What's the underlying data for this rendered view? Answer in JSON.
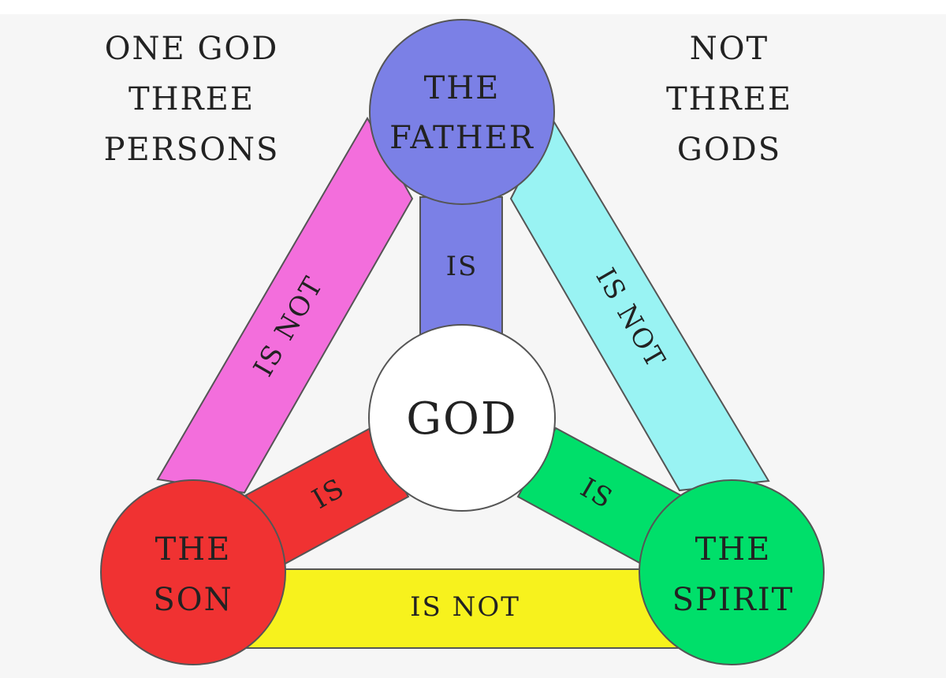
{
  "corner_left": [
    "ONE GOD",
    "THREE",
    "PERSONS"
  ],
  "corner_right": [
    "NOT",
    "THREE",
    "GODS"
  ],
  "nodes": {
    "father": {
      "lines": [
        "THE",
        "FATHER"
      ],
      "color": "#7b80e6"
    },
    "son": {
      "lines": [
        "THE",
        "SON"
      ],
      "color": "#f03232"
    },
    "spirit": {
      "lines": [
        "THE",
        "SPIRIT"
      ],
      "color": "#00df6a"
    },
    "god": {
      "lines": [
        "GOD"
      ],
      "color": "#ffffff"
    }
  },
  "bars": {
    "father_son": {
      "label": "IS NOT",
      "color": "#f36edc"
    },
    "father_spirit": {
      "label": "IS NOT",
      "color": "#99f3f3"
    },
    "son_spirit": {
      "label": "IS NOT",
      "color": "#f7f21d"
    },
    "father_god": {
      "label": "IS",
      "color": "#7b80e6"
    },
    "son_god": {
      "label": "IS",
      "color": "#f03232"
    },
    "spirit_god": {
      "label": "IS",
      "color": "#00df6a"
    }
  },
  "colors": {
    "background": "#f6f6f6",
    "outline": "#555555",
    "text": "#222222"
  }
}
